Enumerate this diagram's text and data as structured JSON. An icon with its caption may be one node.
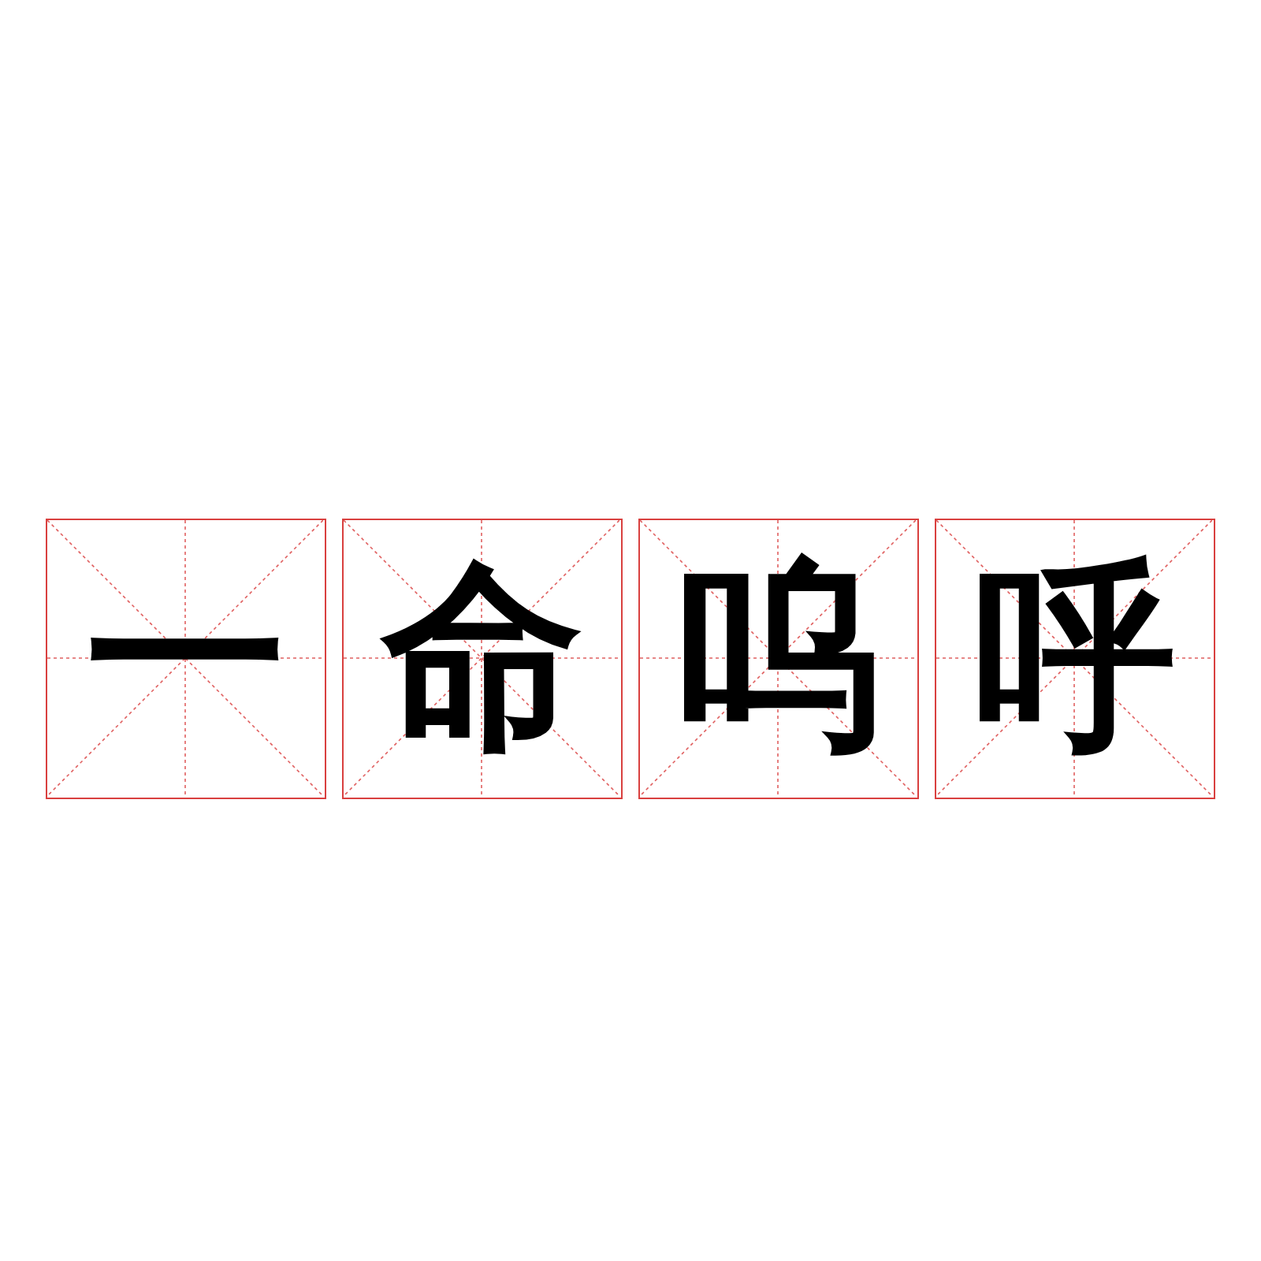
{
  "diagram": {
    "nodes": [
      {
        "text": [
          "一"
        ]
      },
      {
        "text": [
          "命"
        ]
      },
      {
        "text": [
          "呜"
        ]
      },
      {
        "text": [
          "呼"
        ]
      }
    ]
  }
}
